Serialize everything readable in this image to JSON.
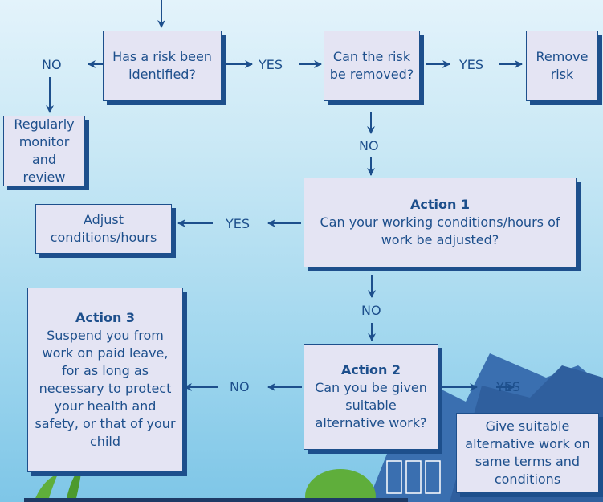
{
  "nodes": {
    "risk_identified": {
      "text": "Has a risk been identified?"
    },
    "risk_removed": {
      "text": "Can the risk be removed?"
    },
    "remove_risk": {
      "text": "Remove risk"
    },
    "monitor": {
      "text": "Regularly monitor and review"
    },
    "action1": {
      "title": "Action 1",
      "text": "Can your working conditions/hours of work be adjusted?"
    },
    "adjust": {
      "text": "Adjust conditions/hours"
    },
    "action2": {
      "title": "Action 2",
      "text": "Can you be given suitable alternative work?"
    },
    "action3": {
      "title": "Action 3",
      "text": "Suspend you from work on paid leave, for as long as necessary to protect your health and safety, or that of your child"
    },
    "give_work": {
      "text": "Give suitable alternative work on same terms and conditions"
    }
  },
  "edges": {
    "no": "NO",
    "yes": "YES"
  },
  "colors": {
    "text": "#1d4f8c",
    "box_fill": "#e4e4f3",
    "arrow": "#1d4f8c",
    "background": "#c9e8f5"
  }
}
